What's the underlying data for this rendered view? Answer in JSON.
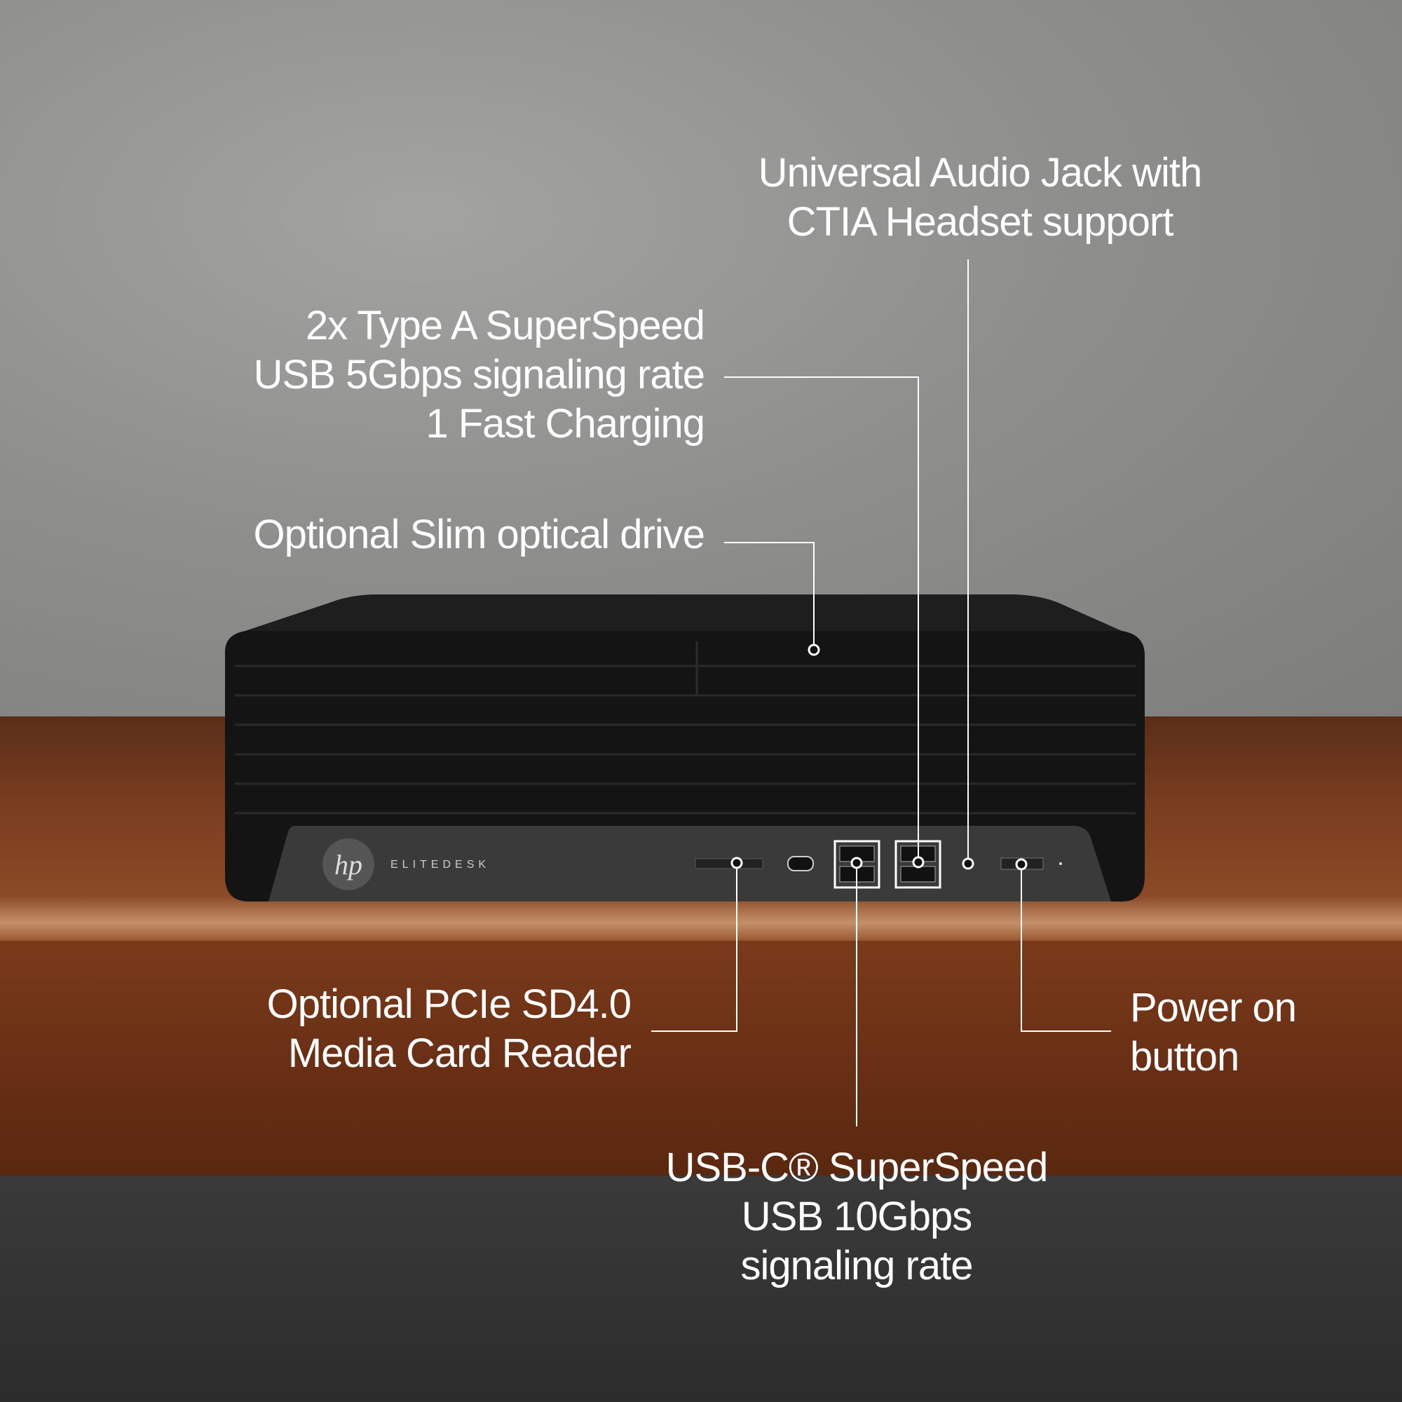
{
  "product": {
    "brand_logo": "hp",
    "model_badge": "ELITEDESK"
  },
  "callouts": {
    "audio_jack": [
      "Universal Audio Jack with",
      "CTIA Headset support"
    ],
    "type_a": [
      "2x Type A SuperSpeed",
      "USB 5Gbps signaling rate",
      "1 Fast Charging"
    ],
    "optical": [
      "Optional Slim optical drive"
    ],
    "card_reader": [
      "Optional PCIe SD4.0",
      "Media Card Reader"
    ],
    "power": [
      "Power on",
      "button"
    ],
    "usb_c": [
      "USB-C® SuperSpeed",
      "USB 10Gbps",
      "signaling rate"
    ]
  },
  "colors": {
    "text": "#ffffff",
    "chassis": "#1a1a1a",
    "bezel": "#3a3a3a",
    "wood": "#7a3d1f"
  }
}
